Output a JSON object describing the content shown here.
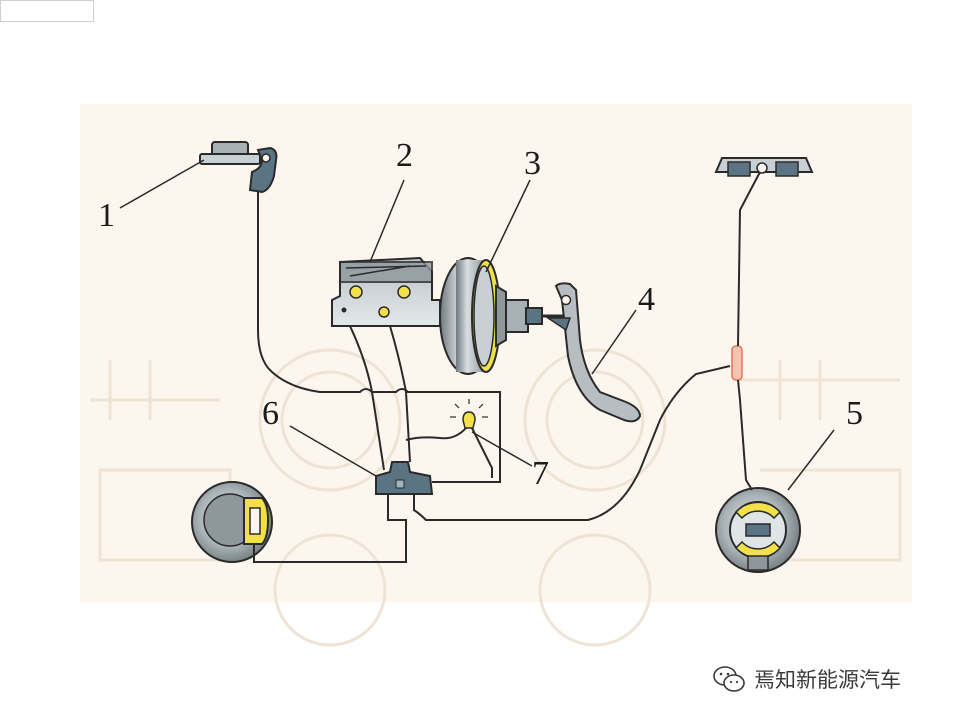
{
  "labels": {
    "l1": "1",
    "l2": "2",
    "l3": "3",
    "l4": "4",
    "l5": "5",
    "l6": "6",
    "l7": "7"
  },
  "watermark": {
    "text": "焉知新能源汽车"
  },
  "colors": {
    "background": "#fdf6ee",
    "line": "#2a2a2a",
    "part_gray": "#8e979c",
    "part_slate": "#5b7484",
    "accent_yellow": "#f2e04b",
    "accent_pink": "#f0a890"
  }
}
